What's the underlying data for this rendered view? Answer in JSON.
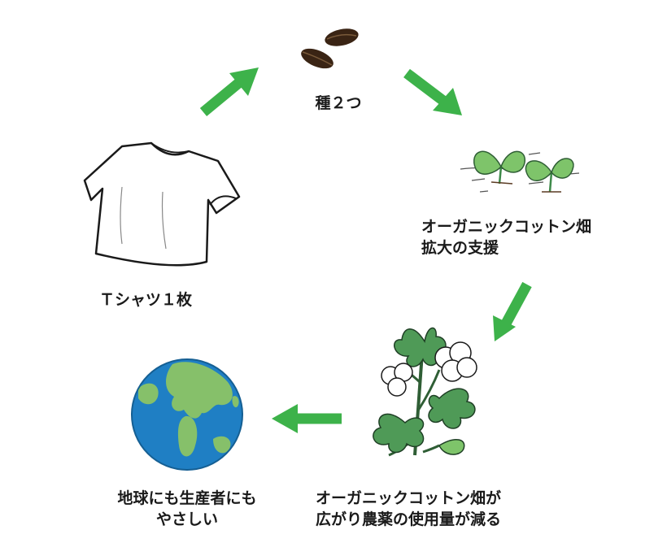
{
  "nodes": {
    "seeds": {
      "lines": [
        "種２つ"
      ],
      "icon": "seeds-icon"
    },
    "field": {
      "lines": [
        "オーガニックコットン畑",
        "拡大の支援"
      ],
      "icon": "sprouts-icon"
    },
    "cotton": {
      "lines": [
        "オーガニックコットン畑が",
        "広がり農薬の使用量が減る"
      ],
      "icon": "cotton-plant-icon"
    },
    "earth": {
      "lines": [
        "地球にも生産者にも",
        "やさしい"
      ],
      "icon": "earth-globe-icon"
    },
    "tshirt": {
      "lines": [
        "Ｔシャツ１枚"
      ],
      "icon": "tshirt-icon"
    }
  },
  "colors": {
    "arrow": "#3db24a",
    "leaf": "#7ec46a",
    "leaf_dark": "#3e8a4a",
    "seed": "#3a2414",
    "ocean": "#1f7fc4",
    "land": "#86c06a"
  }
}
